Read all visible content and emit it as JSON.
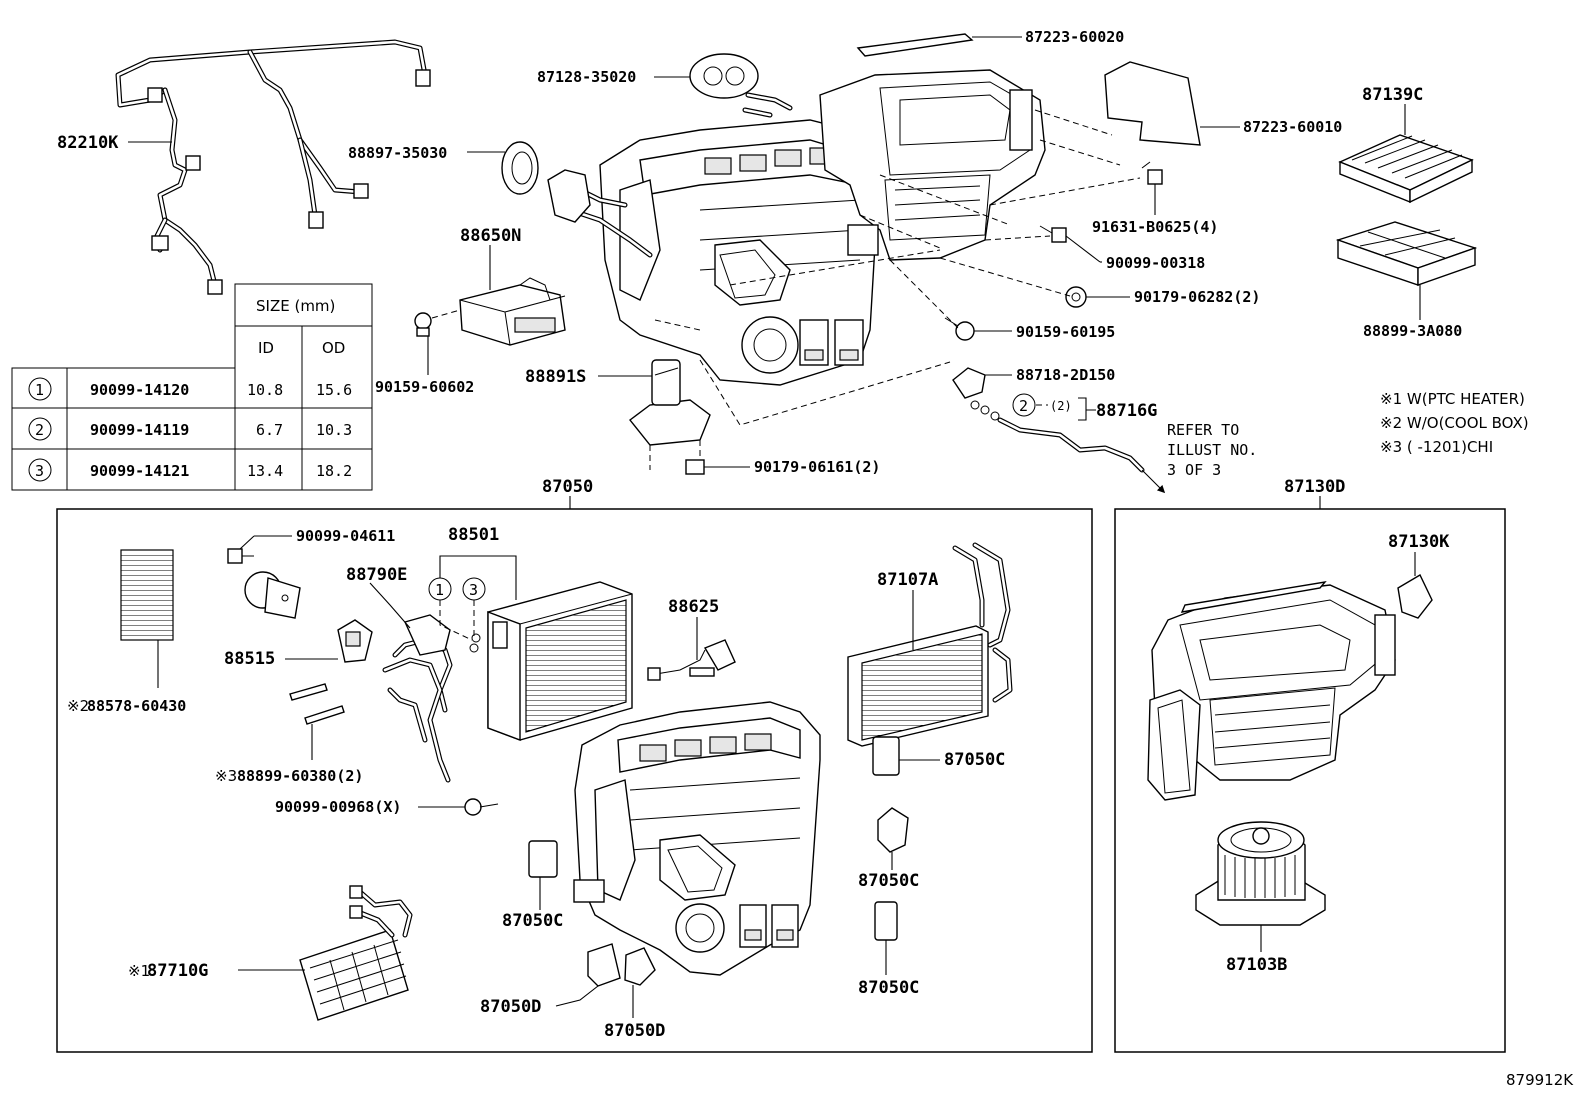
{
  "diagram_id": "879912K",
  "labels": {
    "p87223_60020": "87223-60020",
    "p87128_35020": "87128-35020",
    "p87223_60010": "87223-60010",
    "p87139C": "87139C",
    "p82210K": "82210K",
    "p88897_35030": "88897-35030",
    "p91631_B0625": "91631-B0625(4)",
    "p88650N": "88650N",
    "p90099_00318": "90099-00318",
    "p90179_06282": "90179-06282(2)",
    "p90159_60195": "90159-60195",
    "p88899_3A080": "88899-3A080",
    "p88718_2D150": "88718-2D150",
    "p88891S": "88891S",
    "p90159_60602": "90159-60602",
    "p88716G": "88716G",
    "p88716G_qty": "(2)",
    "p90179_06161": "90179-06161(2)",
    "p87050": "87050",
    "p87130D": "87130D",
    "p90099_04611": "90099-04611",
    "p88501": "88501",
    "p88790E": "88790E",
    "p88625": "88625",
    "p87107A": "87107A",
    "p87130K": "87130K",
    "p88515": "88515",
    "p88578_60430": "88578-60430",
    "p88578_60430_mark": "※2",
    "p88899_60380": "88899-60380(2)",
    "p88899_60380_mark": "※3",
    "p90099_00968": "90099-00968(X)",
    "p87050C_a": "87050C",
    "p87050C_b": "87050C",
    "p87050C_c": "87050C",
    "p87050C_d": "87050C",
    "p87710G": "87710G",
    "p87710G_mark": "※1",
    "p87050D_a": "87050D",
    "p87050D_b": "87050D",
    "p87103B": "87103B"
  },
  "refer_note": [
    "REFER TO",
    "ILLUST NO.",
    "3 OF 3"
  ],
  "notes": [
    "※1 W(PTC HEATER)",
    "※2 W/O(COOL BOX)",
    "※3 (       -1201)CHI"
  ],
  "size_table": {
    "title": "SIZE (mm)",
    "col_id": "ID",
    "col_od": "OD",
    "rows": [
      {
        "mark": "1",
        "part": "90099-14120",
        "id": "10.8",
        "od": "15.6"
      },
      {
        "mark": "2",
        "part": "90099-14119",
        "id": "6.7",
        "od": "10.3"
      },
      {
        "mark": "3",
        "part": "90099-14121",
        "id": "13.4",
        "od": "18.2"
      }
    ]
  },
  "callout_marks": {
    "m1": "1",
    "m2": "2",
    "m3": "3"
  }
}
